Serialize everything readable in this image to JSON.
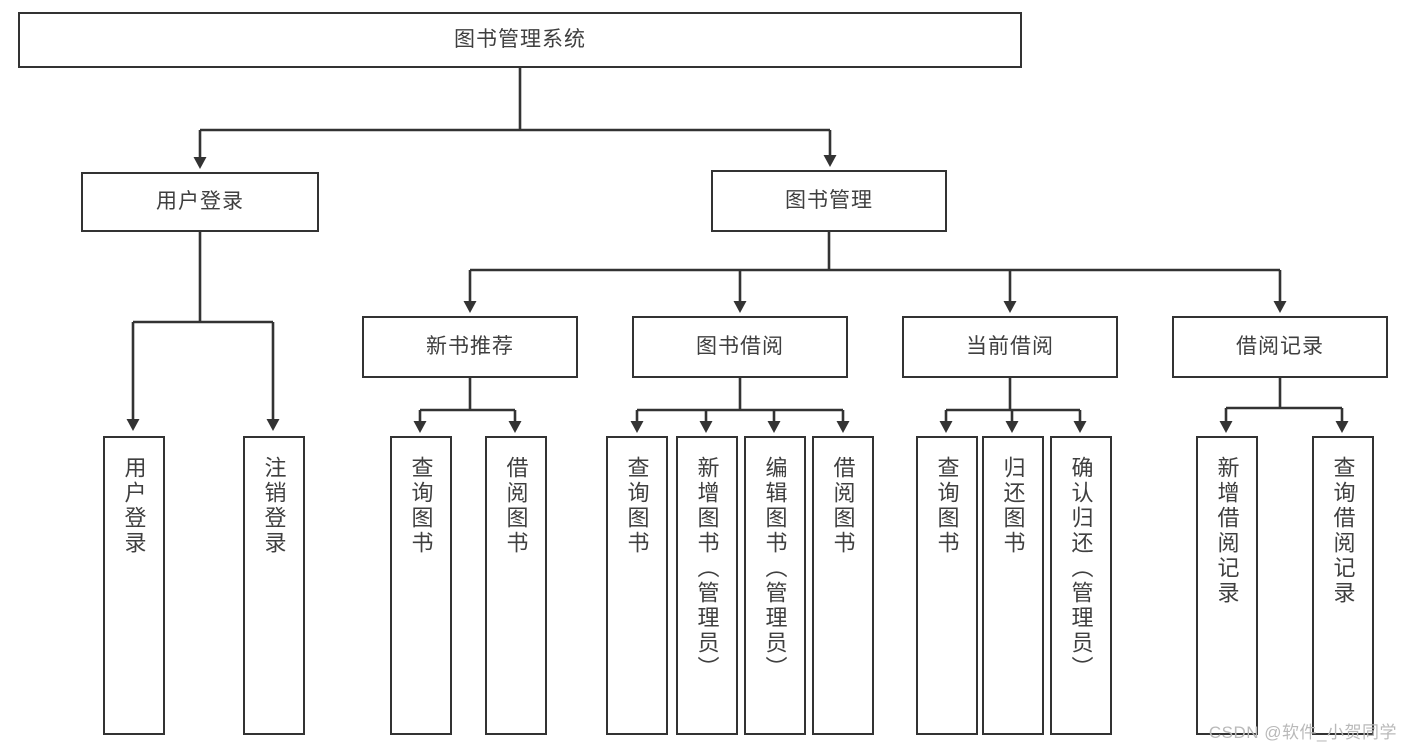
{
  "diagram": {
    "type": "tree",
    "title": "图书管理系统",
    "watermark": "CSDN @软件_小贺同学",
    "colors": {
      "box_border": "#333333",
      "box_fill": "#ffffff",
      "text": "#3f3f3f",
      "connector": "#333333",
      "watermark": "#b9b9b9",
      "background": "#ffffff"
    },
    "root": {
      "label": "图书管理系统"
    },
    "level2": [
      {
        "label": "用户登录"
      },
      {
        "label": "图书管理"
      }
    ],
    "level3": [
      {
        "label": "新书推荐"
      },
      {
        "label": "图书借阅"
      },
      {
        "label": "当前借阅"
      },
      {
        "label": "借阅记录"
      }
    ],
    "leaves": {
      "user_login": [
        {
          "label": "用户登录"
        },
        {
          "label": "注销登录"
        }
      ],
      "new_book_recommend": [
        {
          "label": "查询图书"
        },
        {
          "label": "借阅图书"
        }
      ],
      "book_borrow": [
        {
          "label": "查询图书"
        },
        {
          "label": "新增图书（管理员）"
        },
        {
          "label": "编辑图书（管理员）"
        },
        {
          "label": "借阅图书"
        }
      ],
      "current_borrow": [
        {
          "label": "查询图书"
        },
        {
          "label": "归还图书"
        },
        {
          "label": "确认归还（管理员）"
        }
      ],
      "borrow_record": [
        {
          "label": "新增借阅记录"
        },
        {
          "label": "查询借阅记录"
        }
      ]
    }
  }
}
